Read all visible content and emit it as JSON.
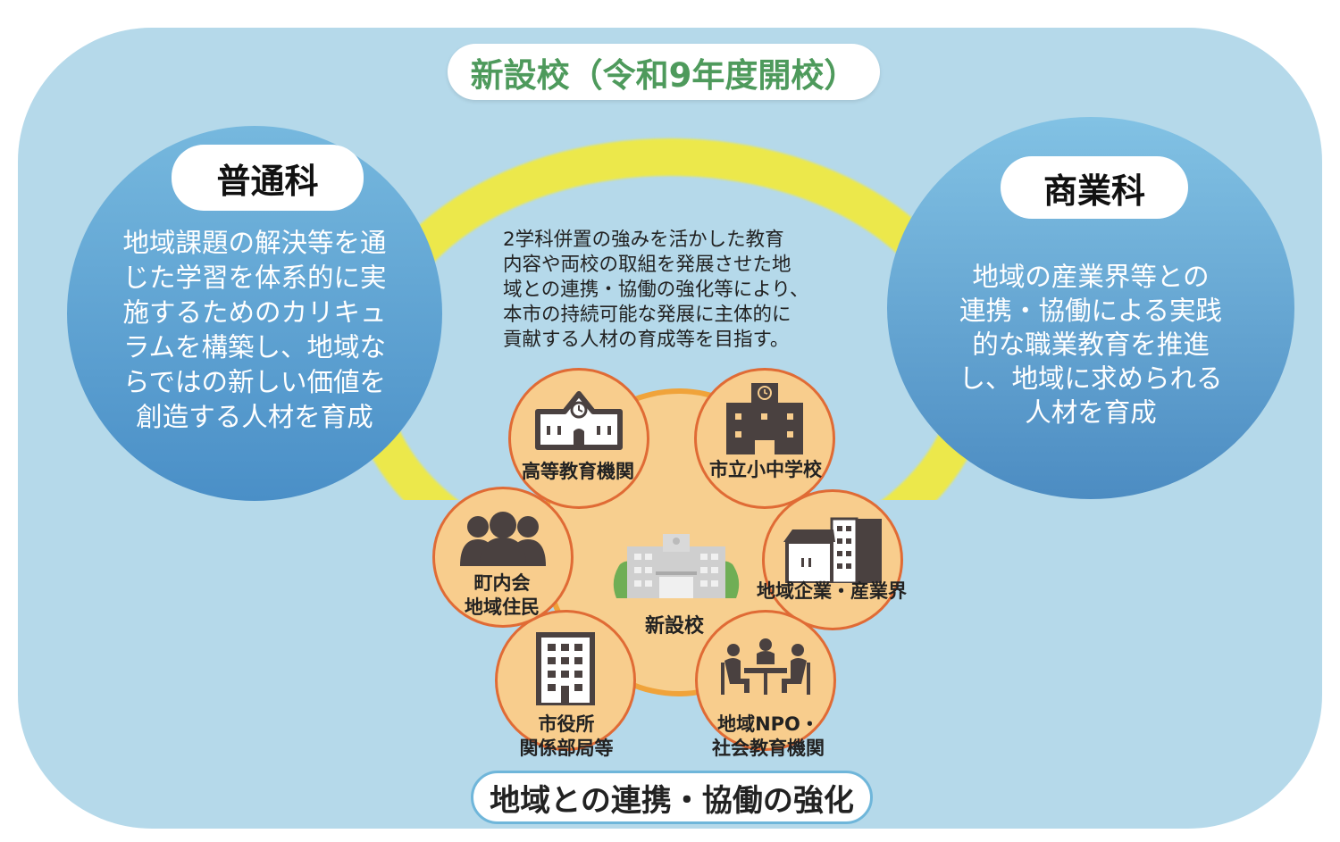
{
  "title": "新設校（令和9年度開校）",
  "footer": "地域との連携・協働の強化",
  "general_course": {
    "name": "普通科",
    "description_lines": [
      "地域課題の解決等を通",
      "じた学習を体系的に実",
      "施するためのカリキュ",
      "ラムを構築し、地域な",
      "らではの新しい価値を",
      "創造する人材を育成"
    ]
  },
  "commerce_course": {
    "name": "商業科",
    "description_lines": [
      "地域の産業界等との",
      "連携・協働による実践",
      "的な職業教育を推進",
      "し、地域に求められる",
      "人材を育成"
    ]
  },
  "center_statement": {
    "lines": [
      "2学科併置の強みを活かした教育",
      "内容や両校の取組を発展させた地",
      "域との連携・協働の強化等により、",
      "本市の持続可能な発展に主体的に",
      "貢献する人材の育成等を目指す。"
    ]
  },
  "hub": {
    "label": "新設校",
    "icon": "school-building-icon"
  },
  "partners": [
    {
      "label": "高等教育機関",
      "icon": "university-icon"
    },
    {
      "label": "市立小中学校",
      "icon": "school-clock-tower-icon"
    },
    {
      "label": "地域企業・産業界",
      "icon": "shop-and-office-icon"
    },
    {
      "label": "地域NPO・\n社会教育機関",
      "line1": "地域NPO・",
      "line2": "社会教育機関",
      "icon": "meeting-table-icon"
    },
    {
      "label": "市役所\n関係部局等",
      "line1": "市役所",
      "line2": "関係部局等",
      "icon": "office-building-icon"
    },
    {
      "label": "町内会\n地域住民",
      "line1": "町内会",
      "line2": "地域住民",
      "icon": "people-group-icon"
    }
  ],
  "colors": {
    "panel_bg": "#b5d9ea",
    "course_circle": "#5aa2d4",
    "ring": "#ece84b",
    "hub_fill": "#f7cf8f",
    "hub_border": "#f0a33a",
    "node_border": "#e06b35",
    "title_green": "#4e9a5c",
    "icon_dark": "#4a4140"
  }
}
